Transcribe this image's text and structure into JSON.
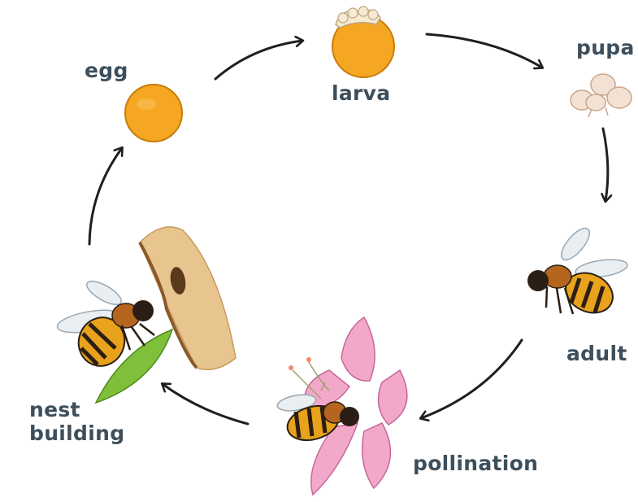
{
  "colors": {
    "label_text": "#3d4f5c",
    "arrow": "#1f1f1f",
    "egg_fill": "#f5a623",
    "egg_edge": "#c77d0a",
    "pupa_fill": "#f3e2d3",
    "bee_yellow": "#e8a21b",
    "bee_brown": "#b5651d",
    "bee_dark": "#2b1e14",
    "wing": "#e9eef2",
    "flower_pink": "#f2a9c9",
    "flower_edge": "#c7669a",
    "leaf": "#7fbf3a",
    "wood": "#e8c58e",
    "wood_dark": "#8a5a2b"
  },
  "stages": {
    "egg": "egg",
    "larva": "larva",
    "pupa": "pupa",
    "adult": "adult",
    "pollination": "pollination",
    "nest_line1": "nest",
    "nest_line2": "building"
  },
  "icons": [
    "egg-icon",
    "larva-icon",
    "pupa-icon",
    "adult-bee-icon",
    "pollination-flower-bee-icon",
    "nest-building-bee-icon"
  ]
}
